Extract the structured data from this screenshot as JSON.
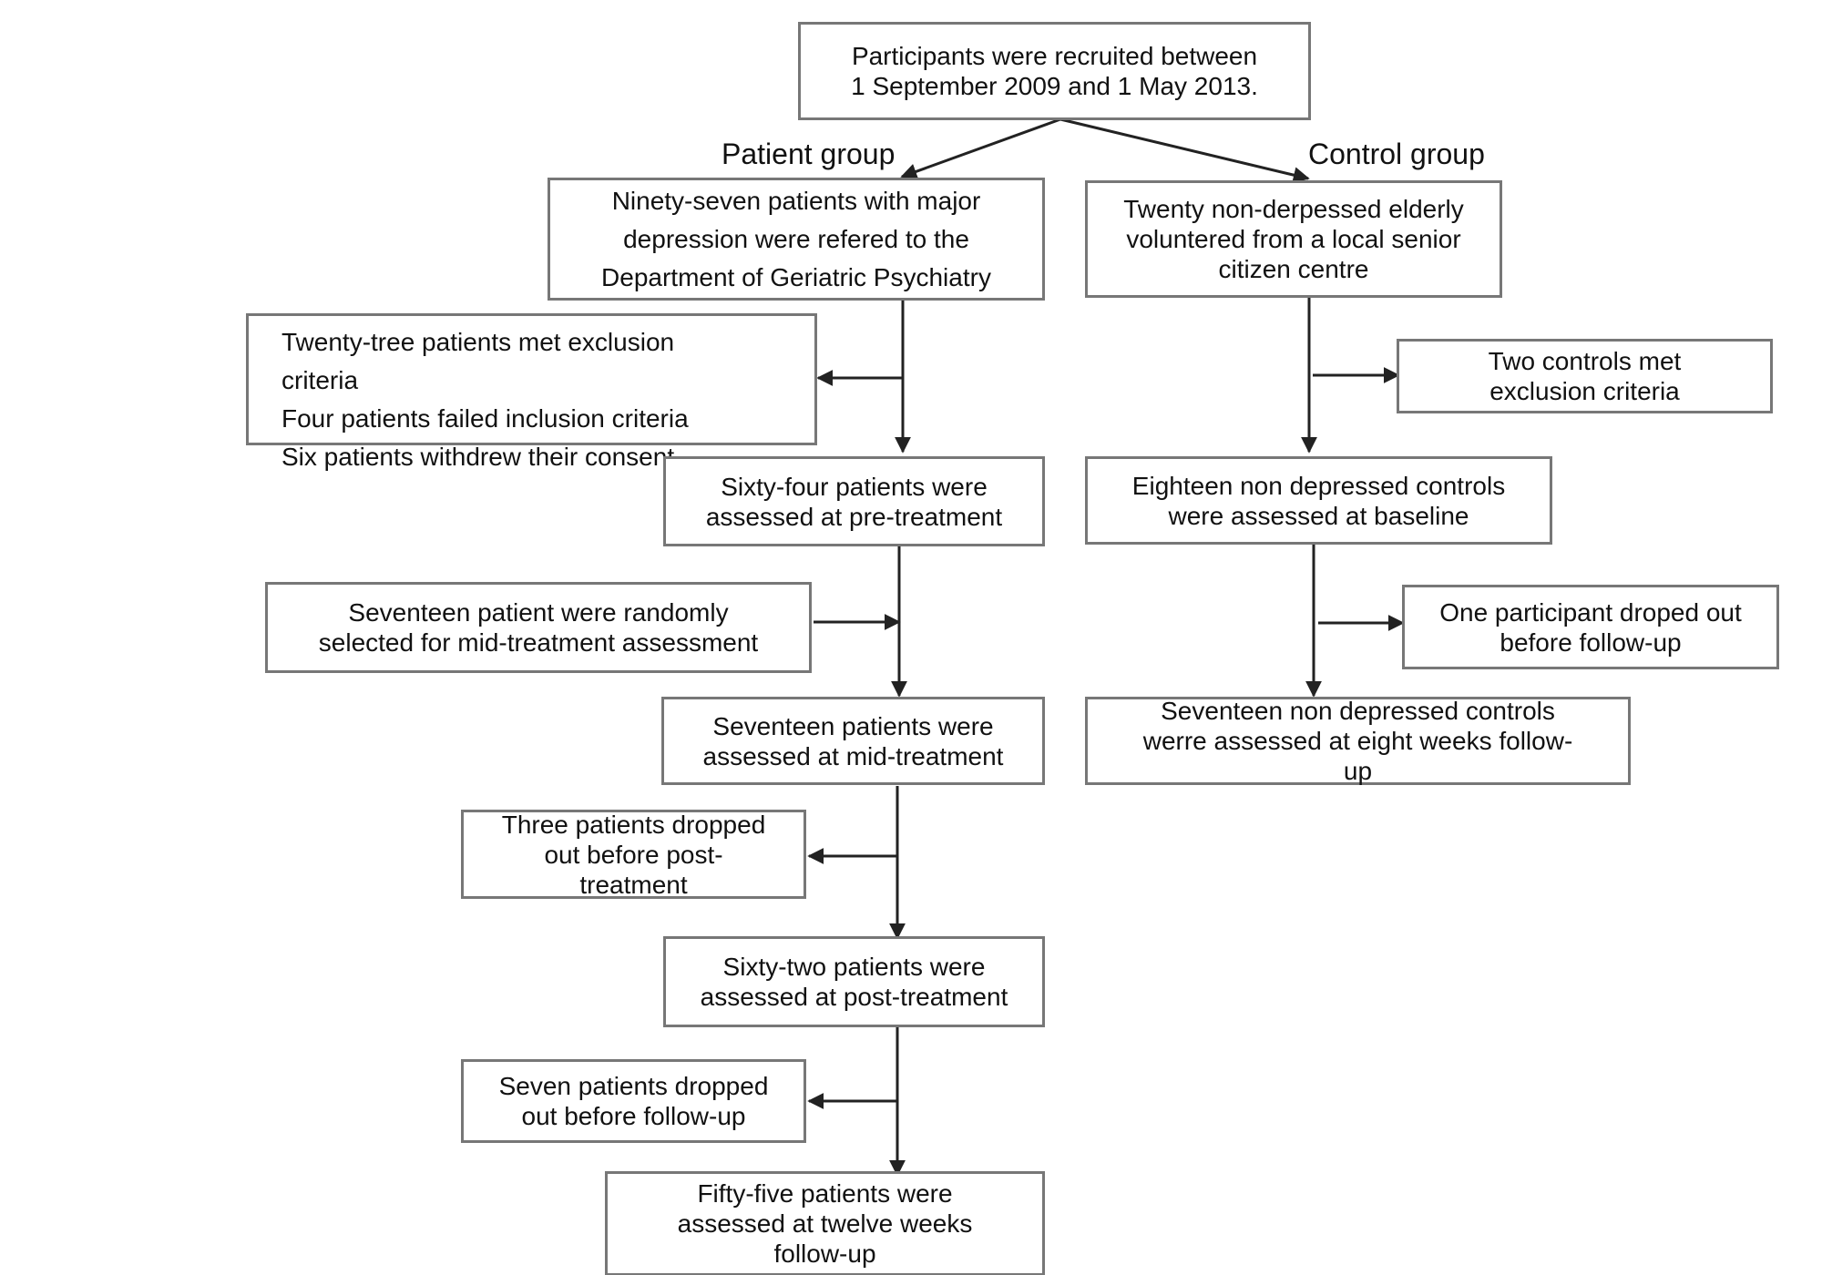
{
  "diagram": {
    "group_labels": {
      "patient": "Patient group",
      "control": "Control group"
    },
    "nodes": {
      "recruitment": [
        "Participants were recruited between",
        "1 September 2009 and 1 May 2013."
      ],
      "patients_referred": [
        "Ninety-seven patients with major",
        "depression were refered to the",
        "Department of Geriatric Psychiatry"
      ],
      "patient_exclusions": [
        "Twenty-tree patients met exclusion",
        "criteria",
        "Four patients failed inclusion criteria",
        "Six patients withdrew their consent"
      ],
      "pre_treatment": [
        "Sixty-four patients were",
        "assessed at pre-treatment"
      ],
      "random_selection": [
        "Seventeen patient were randomly",
        "selected for mid-treatment assessment"
      ],
      "mid_treatment": [
        "Seventeen  patients were",
        "assessed at mid-treatment"
      ],
      "dropout_post": [
        "Three patients dropped",
        "out before post-",
        "treatment"
      ],
      "post_treatment": [
        "Sixty-two patients were",
        "assessed at post-treatment"
      ],
      "dropout_followup": [
        "Seven patients dropped",
        "out before follow-up"
      ],
      "patient_followup": [
        "Fifty-five patients were",
        "assessed at twelve weeks",
        "follow-up"
      ],
      "controls_volunteered": [
        "Twenty non-derpessed elderly",
        "voluntered from a local senior",
        "citizen centre"
      ],
      "control_exclusions": [
        "Two controls met",
        "exclusion criteria"
      ],
      "control_baseline": [
        "Eighteen non depressed controls",
        "were assessed at baseline"
      ],
      "control_dropout": [
        "One participant droped out",
        "before follow-up"
      ],
      "control_followup": [
        "Seventeen non depressed controls",
        "werre assessed at eight weeks follow-",
        "up"
      ]
    },
    "edges": [
      {
        "from": "recruitment",
        "to": "patients_referred"
      },
      {
        "from": "recruitment",
        "to": "controls_volunteered"
      },
      {
        "from": "patients_referred",
        "to": "pre_treatment"
      },
      {
        "from": "patients_referred",
        "to": "patient_exclusions"
      },
      {
        "from": "random_selection",
        "to": "mid_treatment"
      },
      {
        "from": "pre_treatment",
        "to": "mid_treatment"
      },
      {
        "from": "mid_treatment",
        "to": "post_treatment"
      },
      {
        "from": "mid_treatment",
        "to": "dropout_post"
      },
      {
        "from": "post_treatment",
        "to": "patient_followup"
      },
      {
        "from": "post_treatment",
        "to": "dropout_followup"
      },
      {
        "from": "controls_volunteered",
        "to": "control_baseline"
      },
      {
        "from": "controls_volunteered",
        "to": "control_exclusions"
      },
      {
        "from": "control_baseline",
        "to": "control_followup"
      },
      {
        "from": "control_baseline",
        "to": "control_dropout"
      }
    ],
    "colors": {
      "box_border": "#777777",
      "arrow": "#222222",
      "text": "#111111"
    }
  }
}
